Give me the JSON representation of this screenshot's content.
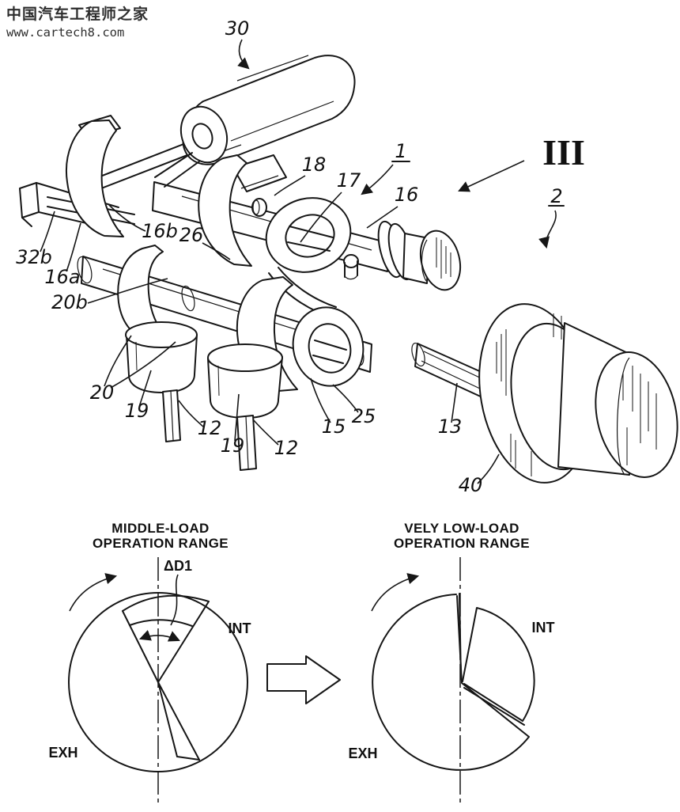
{
  "watermark": {
    "title": "中国汽车工程师之家",
    "url": "www.cartech8.com"
  },
  "figure": {
    "view_marker": "III",
    "labels": [
      {
        "text": "30"
      },
      {
        "text": "1"
      },
      {
        "text": "18"
      },
      {
        "text": "17"
      },
      {
        "text": "16"
      },
      {
        "text": "2"
      },
      {
        "text": "16b"
      },
      {
        "text": "26"
      },
      {
        "text": "32b"
      },
      {
        "text": "16a"
      },
      {
        "text": "20b"
      },
      {
        "text": "20"
      },
      {
        "text": "19"
      },
      {
        "text": "12"
      },
      {
        "text": "19"
      },
      {
        "text": "12"
      },
      {
        "text": "15"
      },
      {
        "text": "25"
      },
      {
        "text": "13"
      },
      {
        "text": "40"
      }
    ]
  },
  "diagrams": {
    "left": {
      "title_line1": "MIDDLE-LOAD",
      "title_line2": "OPERATION RANGE",
      "angle_label": "ΔD1",
      "int_label": "INT",
      "exh_label": "EXH"
    },
    "right": {
      "title_line1": "VELY LOW-LOAD",
      "title_line2": "OPERATION RANGE",
      "int_label": "INT",
      "exh_label": "EXH"
    }
  }
}
